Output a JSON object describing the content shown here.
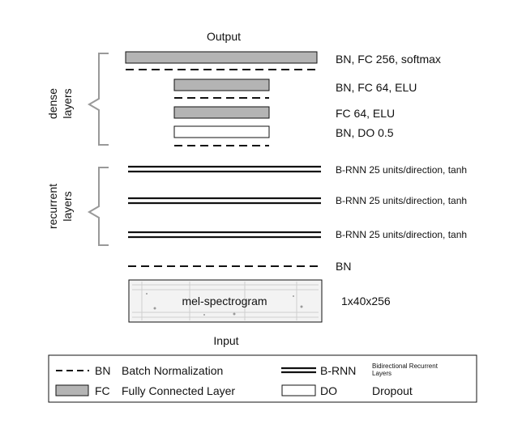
{
  "output_label": "Output",
  "input_label": "Input",
  "group_labels": {
    "dense": [
      "dense",
      "layers"
    ],
    "recurrent": [
      "recurrent",
      "layers"
    ]
  },
  "layer_labels": {
    "fc256": "BN, FC 256, softmax",
    "fc64_bn": "BN, FC 64, ELU",
    "fc64": "FC 64, ELU",
    "do": "BN, DO 0.5",
    "brnn1": "B-RNN 25 units/direction, tanh",
    "brnn2": "B-RNN 25 units/direction, tanh",
    "brnn3": "B-RNN 25 units/direction, tanh",
    "bn": "BN",
    "input_dims": "1x40x256"
  },
  "spectrogram_label": "mel-spectrogram",
  "legend": {
    "bn_abbr": "BN",
    "bn_text": "Batch Normalization",
    "fc_abbr": "FC",
    "fc_text": "Fully Connected Layer",
    "brnn_abbr": "B-RNN",
    "brnn_text_1": "Bidirectional Recurrent",
    "brnn_text_2": "Layers",
    "do_abbr": "DO",
    "do_text": "Dropout"
  },
  "colors": {
    "fc_fill": "#b4b4b4",
    "do_fill": "#ffffff",
    "stroke": "#111111",
    "bracket": "#999999",
    "spectrogram_bg": "#f3f3f3"
  }
}
